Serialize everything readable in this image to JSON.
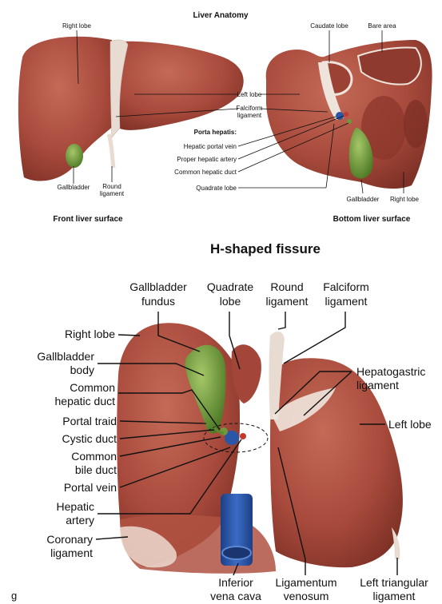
{
  "top": {
    "title": "Liver Anatomy",
    "front_caption": "Front liver surface",
    "bottom_caption": "Bottom liver surface",
    "labels": {
      "right_lobe": "Right lobe",
      "caudate_lobe": "Caudate lobe",
      "bare_area": "Bare area",
      "left_lobe": "Left lobe",
      "falciform_l1": "Falciform",
      "falciform_l2": "ligament",
      "porta_hepatis": "Porta hepatis:",
      "hepatic_portal_vein": "Hepatic portal vein",
      "proper_hepatic_artery": "Proper hepatic artery",
      "common_hepatic_duct": "Common hepatic duct",
      "quadrate_lobe": "Quadrate lobe",
      "gallbladder_front": "Gallbladder",
      "round_l1": "Round",
      "round_l2": "ligament",
      "gallbladder_bottom": "Gallbladder",
      "right_lobe_bottom": "Right lobe"
    }
  },
  "bottom": {
    "title": "H-shaped fissure",
    "panel_letter": "g",
    "labels": {
      "gb_fundus_1": "Gallbladder",
      "gb_fundus_2": "fundus",
      "quadrate_1": "Quadrate",
      "quadrate_2": "lobe",
      "round_1": "Round",
      "round_2": "ligament",
      "falciform_1": "Falciform",
      "falciform_2": "ligament",
      "right_lobe": "Right lobe",
      "gb_body_1": "Gallbladder",
      "gb_body_2": "body",
      "common_hepatic_1": "Common",
      "common_hepatic_2": "hepatic duct",
      "portal_traid": "Portal traid",
      "cystic_duct": "Cystic duct",
      "common_bile_1": "Common",
      "common_bile_2": "bile duct",
      "portal_vein": "Portal vein",
      "hepatic_artery_1": "Hepatic",
      "hepatic_artery_2": "artery",
      "coronary_1": "Coronary",
      "coronary_2": "ligament",
      "hepatogastric_1": "Hepatogastric",
      "hepatogastric_2": "ligament",
      "left_lobe": "Left lobe",
      "ivc_1": "Inferior",
      "ivc_2": "vena cava",
      "lig_venosum_1": "Ligamentum",
      "lig_venosum_2": "venosum",
      "left_triangular_1": "Left triangular",
      "left_triangular_2": "ligament"
    }
  },
  "colors": {
    "liver": "#a84a3c",
    "liver_dark": "#7e3126",
    "gallbladder": "#6f9a3c",
    "portal_vein": "#2b56a8",
    "artery": "#c23a2e",
    "ligament": "#e8dcd2"
  }
}
